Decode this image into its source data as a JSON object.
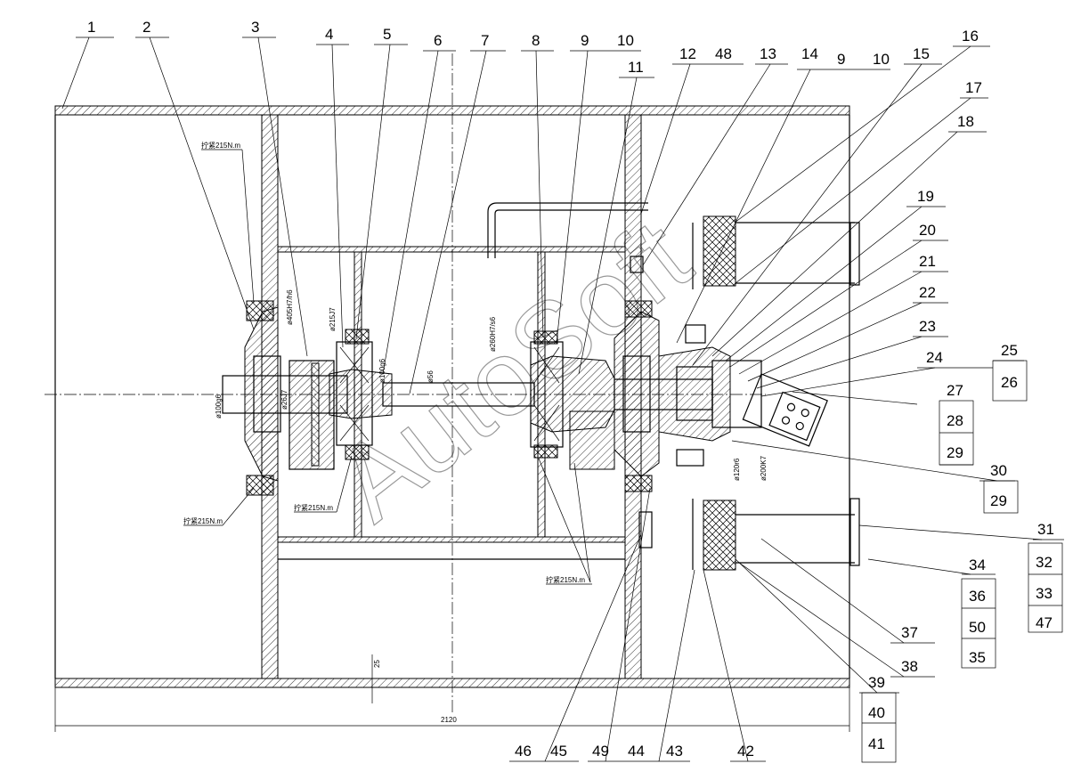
{
  "watermark": "AutoSoft",
  "overall_dimension": "2120",
  "dim_25": "25",
  "dims": {
    "d405": "ø405H7/h6",
    "d215": "ø215J7",
    "d100a": "ø100g6",
    "d56": "ø56",
    "d260": "ø260H7/s6",
    "d100b": "ø100g6",
    "d120": "ø120r6",
    "d200": "ø200K7",
    "dj": "ø26J7"
  },
  "torque_notes": {
    "t1": "拧紧215N.m",
    "t2": "拧紧215N.m",
    "t3": "拧紧215N.m",
    "t4": "拧紧215N.m"
  },
  "part_numbers": {
    "top_row": [
      "1",
      "2",
      "3",
      "4",
      "5",
      "6",
      "7",
      "8",
      "9",
      "10",
      "11",
      "12",
      "48",
      "13",
      "14",
      "9",
      "10",
      "15",
      "16"
    ],
    "right_col": [
      "17",
      "18",
      "19",
      "20",
      "21",
      "22",
      "23",
      "24",
      "25",
      "26",
      "27",
      "28",
      "29",
      "30",
      "29",
      "31",
      "32",
      "33",
      "47",
      "34",
      "36",
      "50",
      "35",
      "37",
      "38",
      "39",
      "40",
      "41"
    ],
    "bottom_row": [
      "46",
      "45",
      "49",
      "44",
      "43",
      "42"
    ]
  }
}
